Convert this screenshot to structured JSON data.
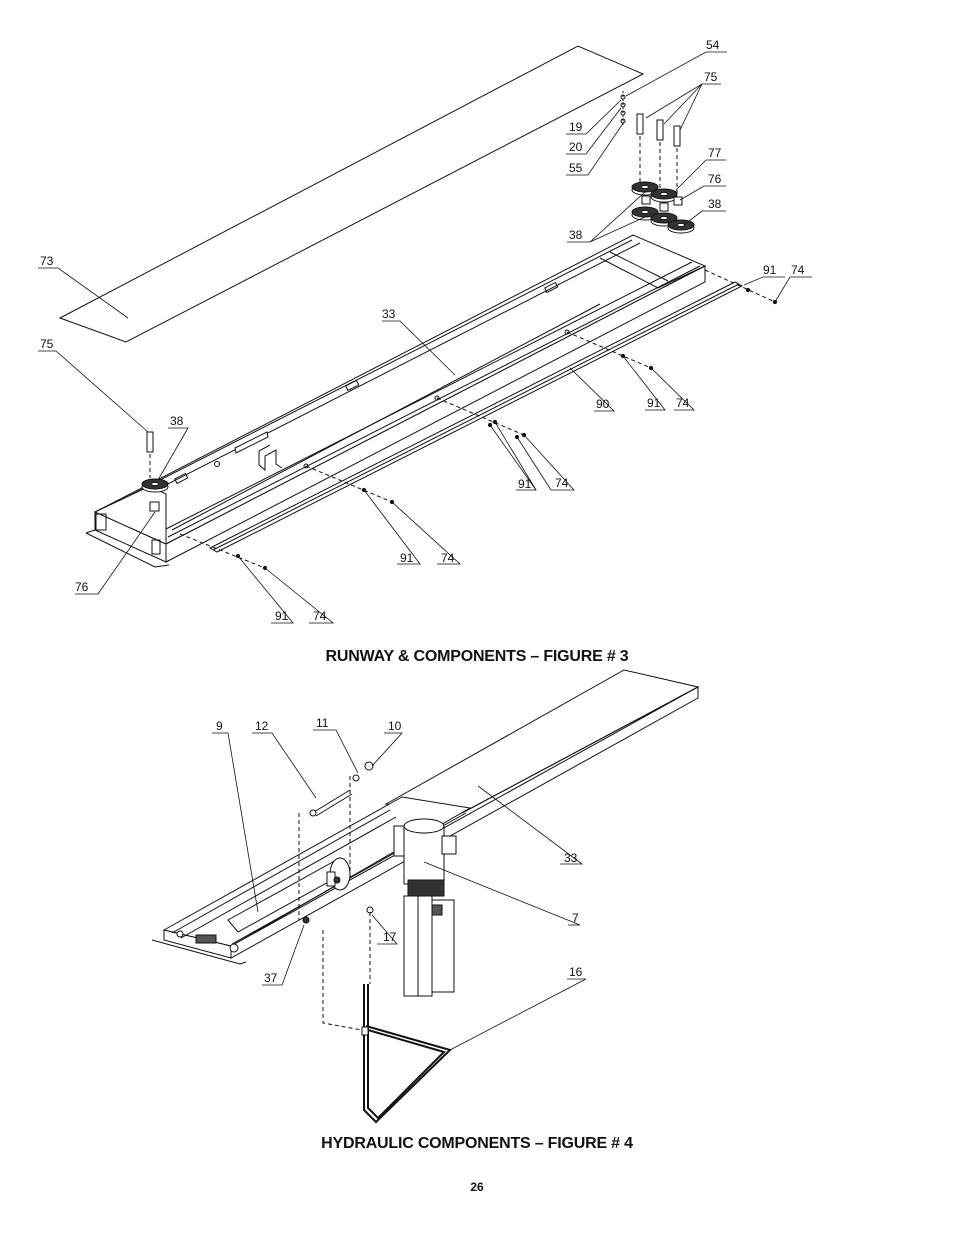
{
  "figure3": {
    "caption": "RUNWAY & COMPONENTS – FIGURE # 3",
    "callouts": {
      "c54": "54",
      "c75a": "75",
      "c19": "19",
      "c20": "20",
      "c55": "55",
      "c77": "77",
      "c76a": "76",
      "c38a": "38",
      "c38b": "38",
      "c91a": "91",
      "c74a": "74",
      "c73": "73",
      "c75b": "75",
      "c33": "33",
      "c38c": "38",
      "c90": "90",
      "c91b": "91",
      "c74b": "74",
      "c91c": "91",
      "c74c": "74",
      "c76b": "76",
      "c91d": "91",
      "c74d": "74",
      "c91e": "91",
      "c74e": "74"
    }
  },
  "figure4": {
    "caption": "HYDRAULIC COMPONENTS – FIGURE # 4",
    "callouts": {
      "c9": "9",
      "c12": "12",
      "c11": "11",
      "c10": "10",
      "c33": "33",
      "c7": "7",
      "c17": "17",
      "c16": "16",
      "c37": "37"
    }
  },
  "page_number": "26"
}
